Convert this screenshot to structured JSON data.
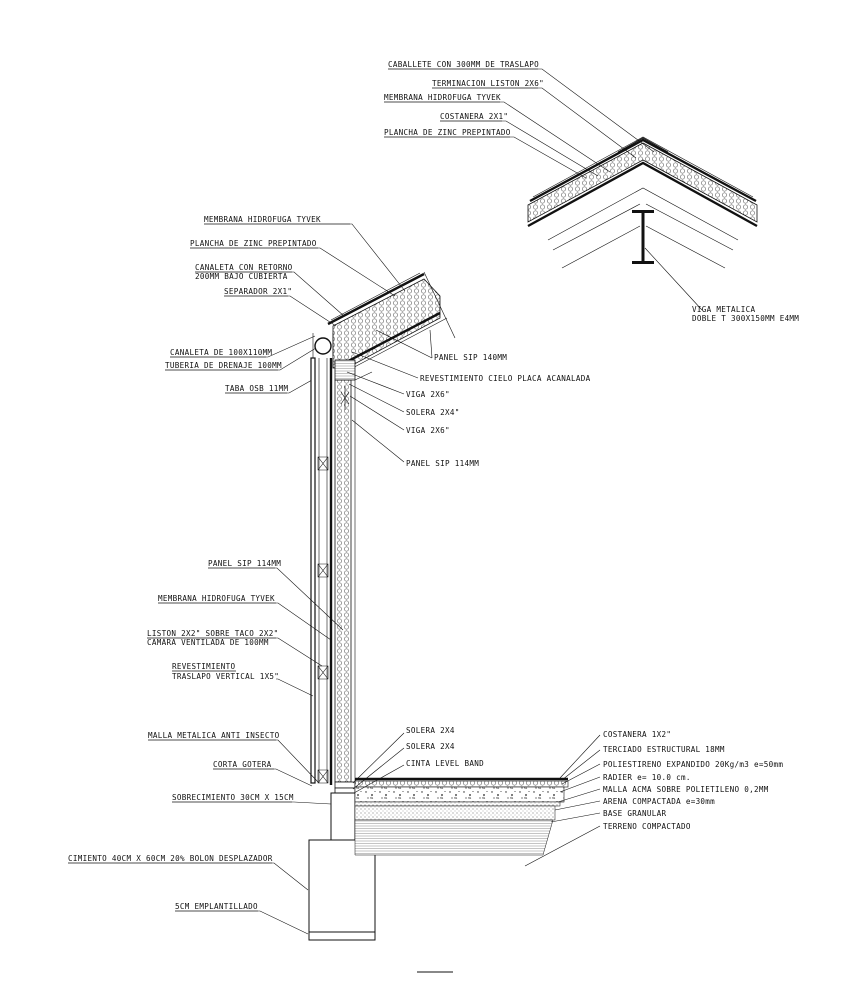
{
  "ridge_labels": [
    "CABALLETE CON 300MM DE TRASLAPO",
    "TERMINACION LISTON 2X6\"",
    "MEMBRANA HIDROFUGA TYVEK",
    "COSTANERA 2X1\"",
    "PLANCHA DE ZINC PREPINTADO"
  ],
  "ridge_beam_label": [
    "VIGA METALICA",
    "DOBLE T 300X150MM E4MM"
  ],
  "eave_labels": [
    "MEMBRANA HIDROFUGA TYVEK",
    "PLANCHA DE ZINC PREPINTADO",
    "CANALETA CON RETORNO",
    "200MM BAJO CUBIERTA",
    "SEPARADOR 2X1\"",
    "CANALETA DE 100X110MM",
    "TUBERIA DE DRENAJE 100MM",
    "TABA OSB 11MM"
  ],
  "wall_right_labels": [
    "PANEL SIP 140MM",
    "REVESTIMIENTO CIELO PLACA ACANALADA",
    "VIGA 2X6\"",
    "SOLERA 2X4\"",
    "VIGA 2X6\"",
    "PANEL SIP 114MM"
  ],
  "wall_left_labels": [
    "PANEL SIP 114MM",
    "MEMBRANA HIDROFUGA TYVEK",
    "LISTON 2X2\" SOBRE TACO 2X2\"",
    "CAMARA VENTILADA DE 100MM",
    "REVESTIMIENTO",
    "TRASLAPO VERTICAL 1X5\"",
    "MALLA METALICA ANTI INSECTO",
    "CORTA GOTERA",
    "SOBRECIMIENTO 30CM X 15CM",
    "CIMIENTO 40CM X 60CM 20% BOLON DESPLAZADOR",
    "5CM EMPLANTILLADO"
  ],
  "base_labels": [
    "SOLERA 2X4",
    "SOLERA 2X4",
    "CINTA LEVEL BAND"
  ],
  "floor_labels": [
    "COSTANERA 1X2\"",
    "TERCIADO ESTRUCTURAL 18MM",
    "POLIESTIRENO EXPANDIDO 20Kg/m3 e=50mm",
    "RADIER e= 10.0 cm.",
    "MALLA ACMA SOBRE POLIETILENO 0,2MM",
    "ARENA COMPACTADA e=30mm",
    "BASE GRANULAR",
    "TERRENO COMPACTADO"
  ]
}
